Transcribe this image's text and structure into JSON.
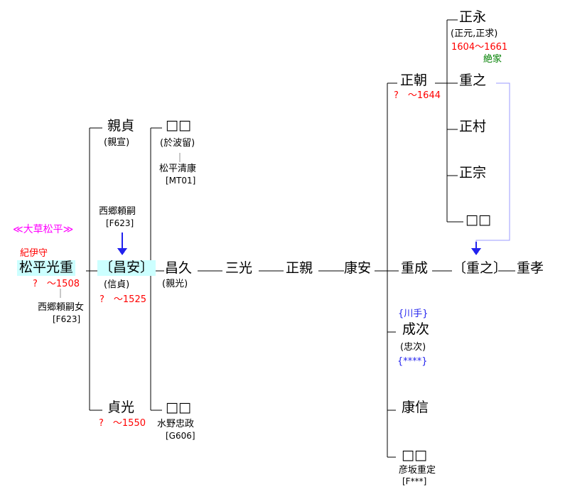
{
  "diagram": {
    "title": "≪大草松平≫",
    "type": "genealogy-tree"
  },
  "colors": {
    "ink": "#000000",
    "date_red": "#ff0000",
    "title_magenta": "#ff00ff",
    "extinct_green": "#008000",
    "link_blue": "#2222ee",
    "link_blue_light": "#9b9bff",
    "spouse_tick_gray": "#909090",
    "highlight_cyan": "#ccffff"
  },
  "people": {
    "mitsushige": {
      "title": "紀伊守",
      "name": "松平光重",
      "dates": "?　～1508",
      "spouse": "西郷頼嗣女",
      "spouse_ref": "[F623]"
    },
    "chikasada": {
      "name": "親貞",
      "alias": "(親宣)"
    },
    "saigo_yoritsugu": {
      "name": "西郷頼嗣",
      "ref": "[F623]"
    },
    "shoan": {
      "name": "〔昌安〕",
      "alias": "(信貞)",
      "dates": "?　～1525"
    },
    "sadamitsu": {
      "name": "貞光",
      "dates": "?　～1550"
    },
    "oharu": {
      "name": "□□",
      "alias": "(於波留)",
      "spouse": "松平清康",
      "spouse_ref": "[MT01]"
    },
    "masahisa": {
      "name": "昌久",
      "alias": "(親光)"
    },
    "mizuno_wife": {
      "name": "□□",
      "spouse": "水野忠政",
      "spouse_ref": "[G606]"
    },
    "sanko": {
      "name": "三光"
    },
    "masachika": {
      "name": "正親"
    },
    "yasuyasu": {
      "name": "康安"
    },
    "shigenari": {
      "name": "重成"
    },
    "shigeyuki_adopted": {
      "name": "〔重之〕"
    },
    "shigetaka": {
      "name": "重孝"
    },
    "masatomo": {
      "name": "正朝",
      "dates": "?　～1644"
    },
    "masanaga": {
      "name": "正永",
      "alias": "(正元,正求)",
      "dates": "1604～1661",
      "note": "絶家"
    },
    "shigeyuki": {
      "name": "重之"
    },
    "masamura": {
      "name": "正村"
    },
    "masamune": {
      "name": "正宗"
    },
    "masatomo_daughter": {
      "name": "□□"
    },
    "narutsugu": {
      "branch": "{川手}",
      "name": "成次",
      "alias": "(忠次)",
      "ref": "{****}"
    },
    "yasunobu": {
      "name": "康信"
    },
    "hikosaka_wife": {
      "name": "□□",
      "spouse": "彦坂重定",
      "spouse_ref": "[F***]"
    }
  }
}
